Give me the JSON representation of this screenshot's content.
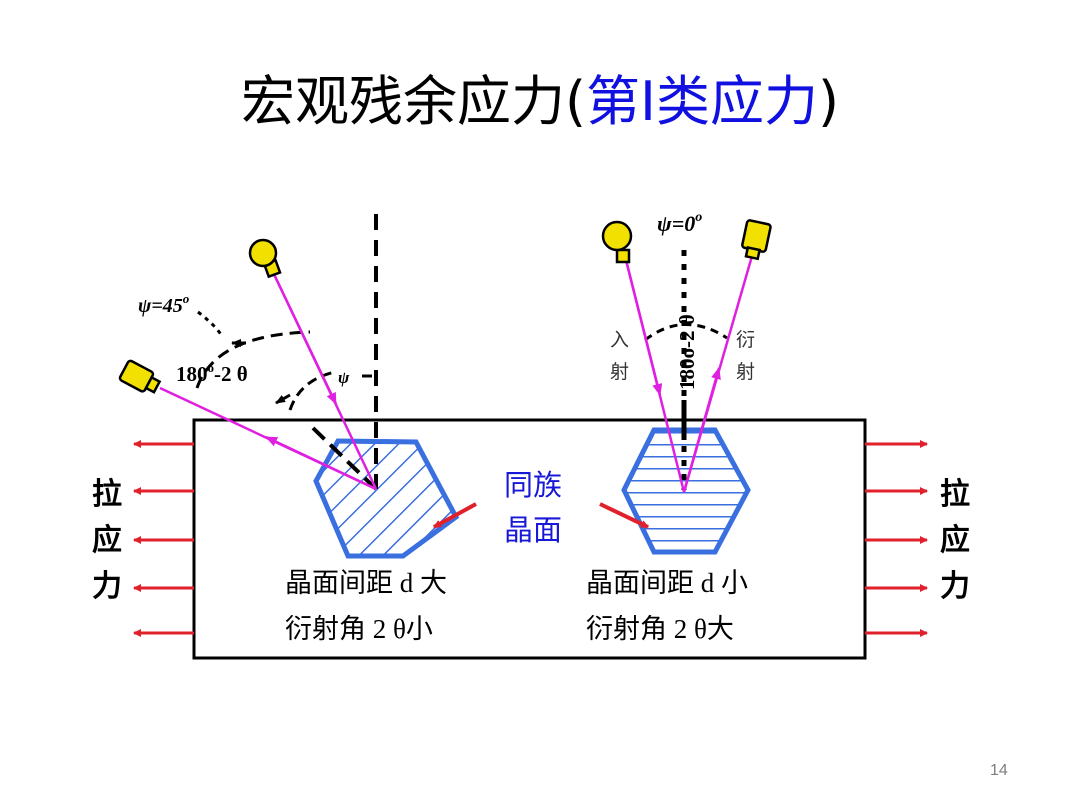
{
  "slide": {
    "title_prefix": "宏观残余应力(",
    "title_highlight": "第I类应力",
    "title_suffix": ")",
    "page_number": "14"
  },
  "diagram": {
    "left": {
      "psi_label": "ψ=45",
      "psi_degree": "o",
      "angle_label_a": "180",
      "angle_label_deg": "o",
      "angle_label_b": "-2 θ",
      "psi_small": "ψ",
      "caption_line1": "晶面间距 d 大",
      "caption_line2": "衍射角 2 θ小"
    },
    "right": {
      "psi_label": "ψ=0",
      "psi_degree": "o",
      "angle_label": "180o-2 θ",
      "incident_1": "入",
      "incident_2": "射",
      "diffract_1": "衍",
      "diffract_2": "射",
      "caption_line1": "晶面间距 d 小",
      "caption_line2": "衍射角 2 θ大"
    },
    "center_label_1": "同族",
    "center_label_2": "晶面",
    "tension_left": [
      "拉",
      "应",
      "力"
    ],
    "tension_right": [
      "拉",
      "应",
      "力"
    ],
    "colors": {
      "blue": "#3a6fe0",
      "magenta": "#e020e0",
      "red": "#e0202a",
      "yellow": "#f2e000",
      "label_blue": "#1818d8"
    }
  }
}
